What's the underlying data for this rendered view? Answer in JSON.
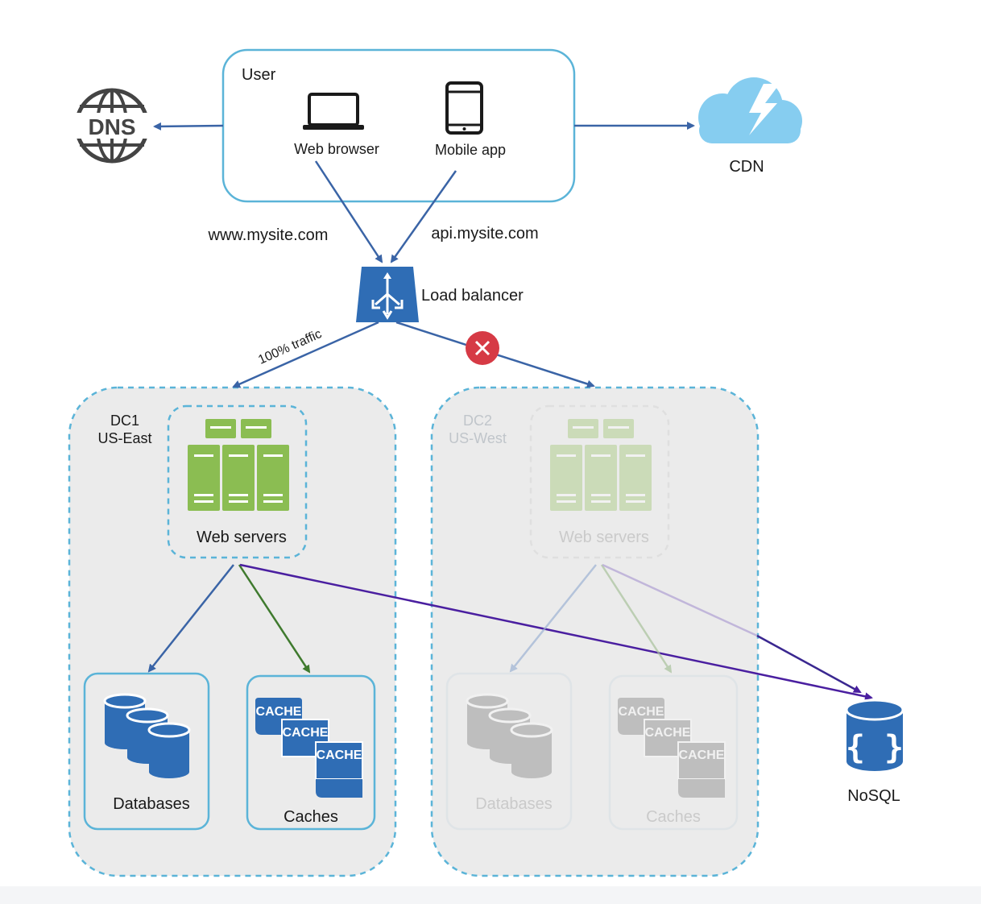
{
  "user": {
    "title": "User",
    "web_browser_label": "Web browser",
    "mobile_app_label": "Mobile app"
  },
  "dns": {
    "label": "DNS"
  },
  "cdn": {
    "label": "CDN"
  },
  "edges": {
    "www_label": "www.mysite.com",
    "api_label": "api.mysite.com",
    "traffic_label": "100% traffic"
  },
  "load_balancer": {
    "label": "Load balancer"
  },
  "dc1": {
    "name": "DC1",
    "region": "US-East",
    "web_servers_label": "Web servers",
    "databases_label": "Databases",
    "caches_label": "Caches",
    "cache_tag": "CACHE",
    "status": "active"
  },
  "dc2": {
    "name": "DC2",
    "region": "US-West",
    "web_servers_label": "Web servers",
    "databases_label": "Databases",
    "caches_label": "Caches",
    "cache_tag": "CACHE",
    "status": "failed"
  },
  "nosql": {
    "label": "NoSQL"
  },
  "colors": {
    "arrow_blue": "#3a64a6",
    "arrow_green": "#3f7a2e",
    "arrow_purple": "#4a1fa0",
    "box_border": "#5bb4d8",
    "server_green": "#8bbd52",
    "storage_blue": "#2f6db5",
    "failure_red": "#d63a45",
    "cdn_blue": "#86cdf0"
  }
}
